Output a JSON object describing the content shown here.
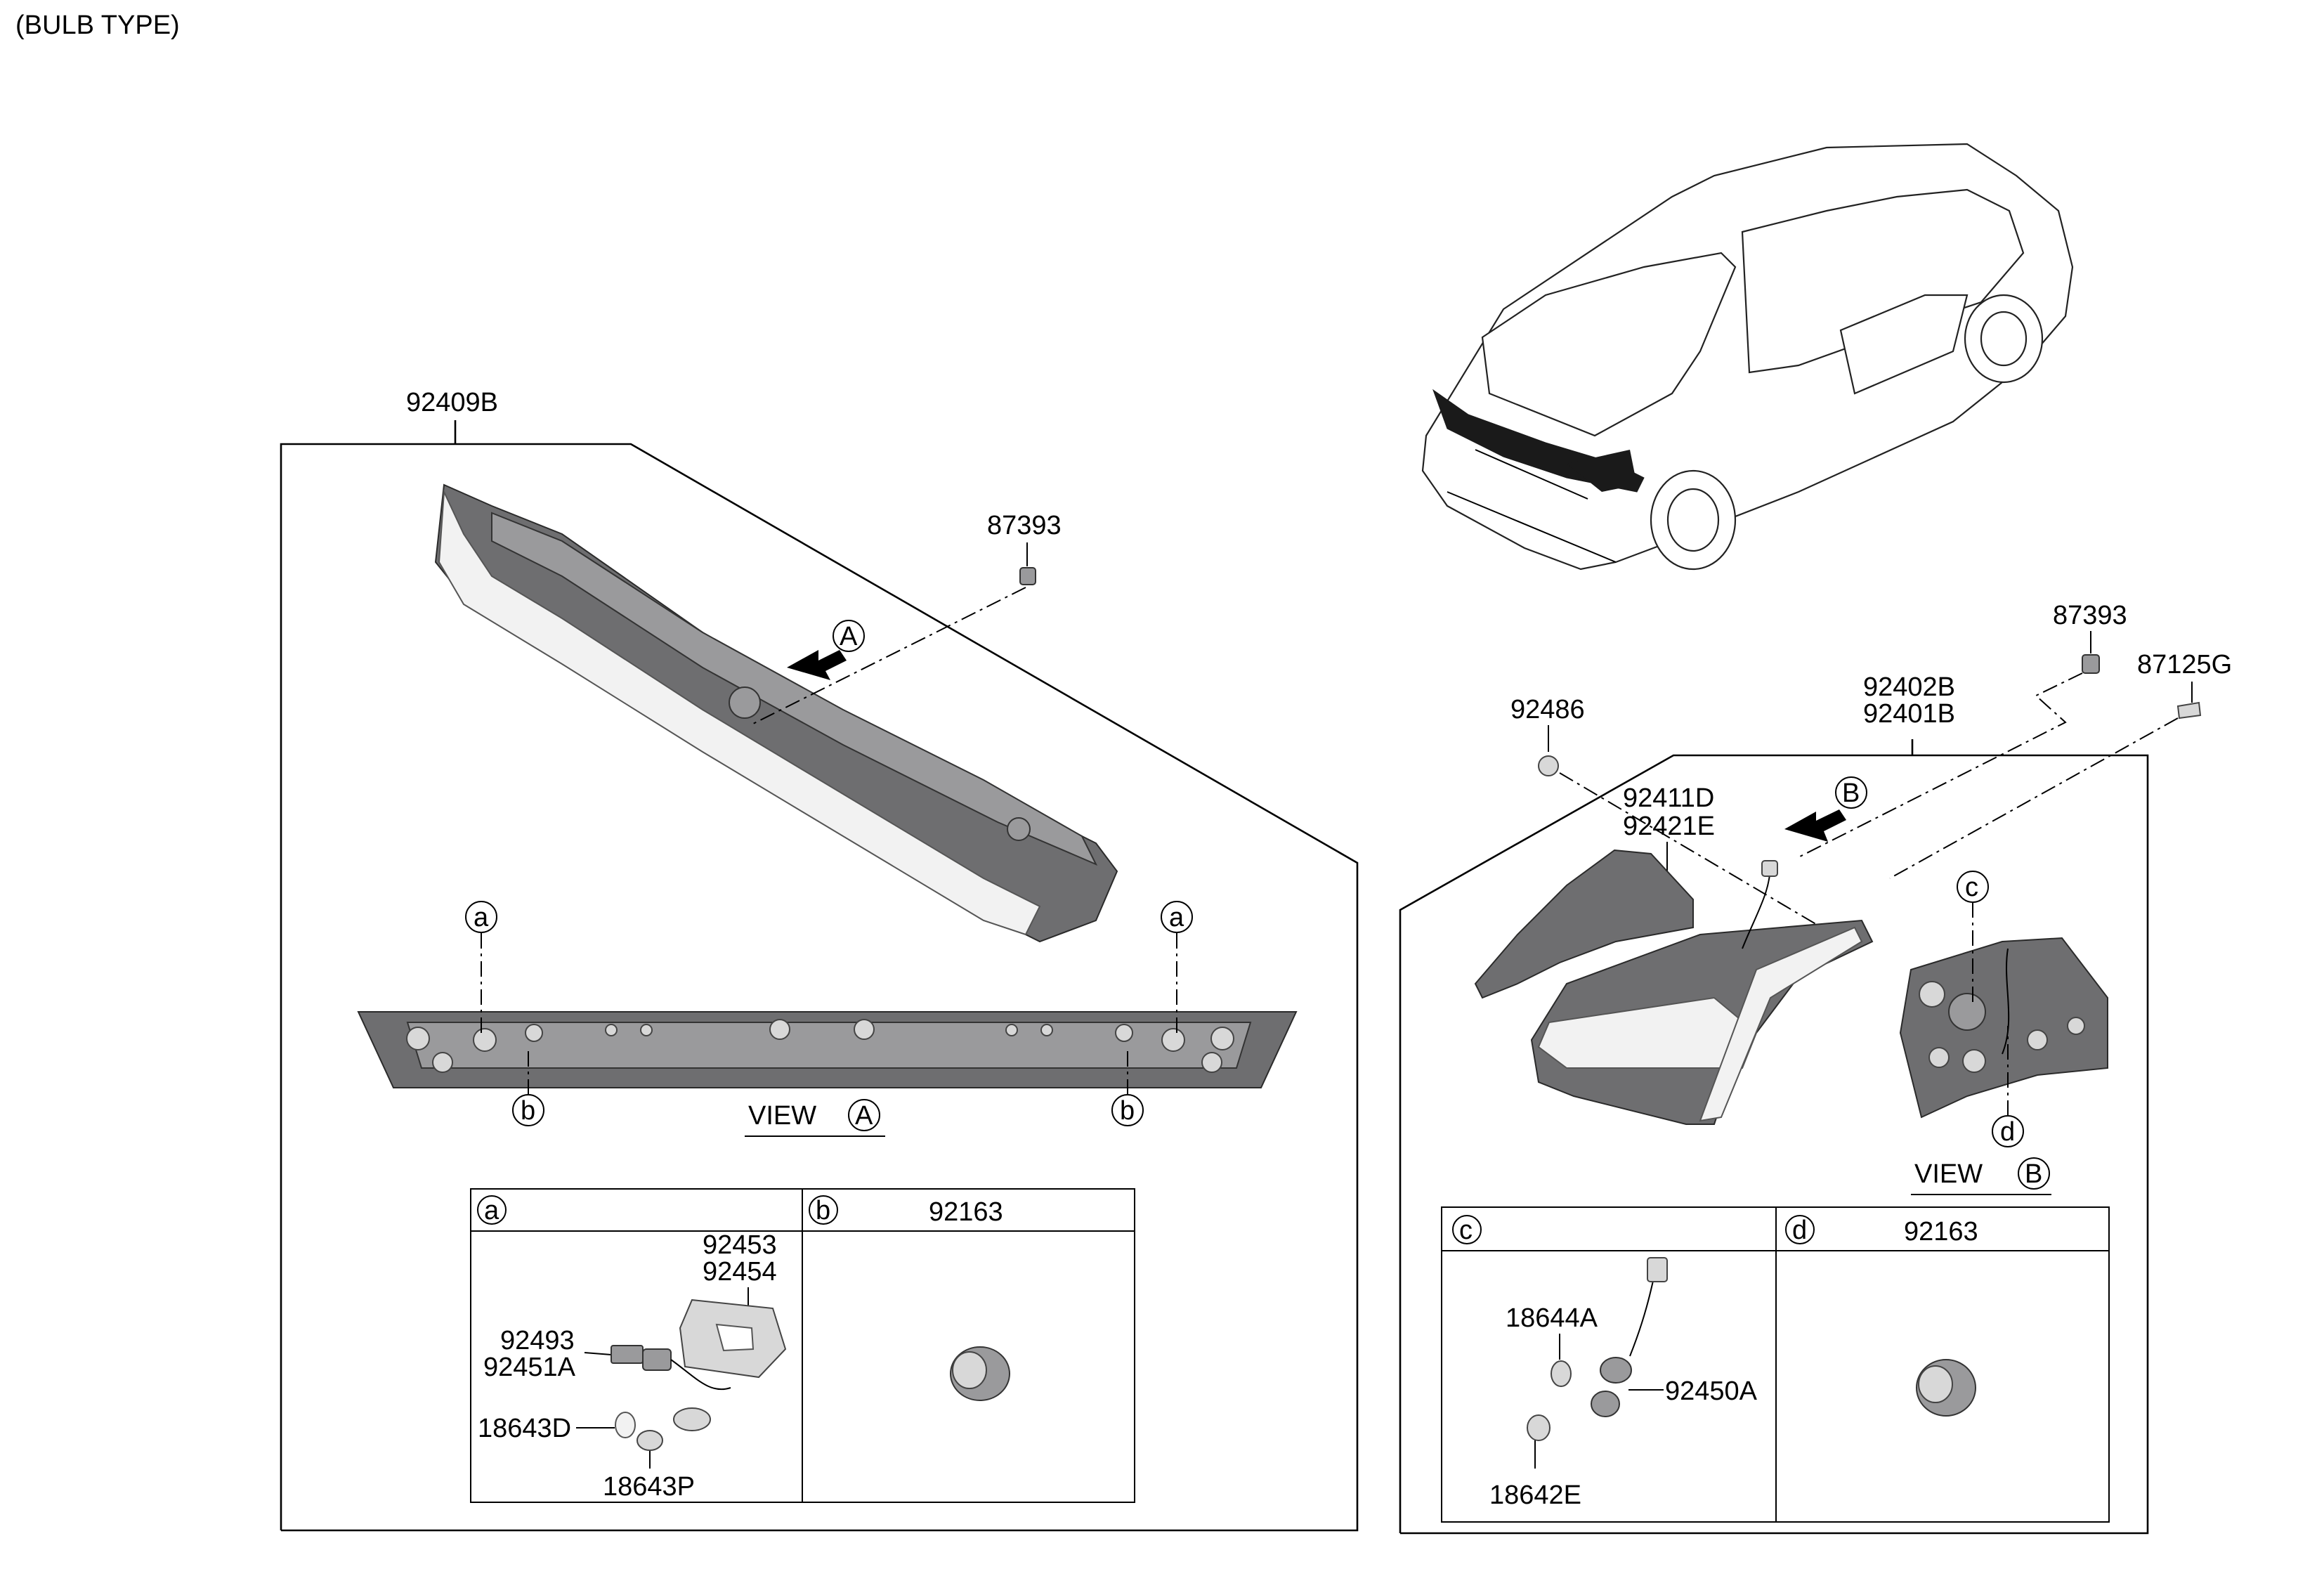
{
  "header": {
    "title": "(BULB TYPE)"
  },
  "left_assembly": {
    "part_label": "92409B",
    "nut_label": "87393",
    "view_marker": "A",
    "view_title": "VIEW",
    "callout_a": "a",
    "callout_b": "b"
  },
  "right_assembly": {
    "part_labels": [
      "92402B",
      "92401B"
    ],
    "nut_label": "87393",
    "screw_label": "87125G",
    "grommet_label": "92486",
    "cover_labels": [
      "92411D",
      "92421E"
    ],
    "view_marker": "B",
    "view_title": "VIEW",
    "callout_c": "c",
    "callout_d": "d"
  },
  "table_ab": {
    "header_a": "a",
    "header_b": "b",
    "header_b_part": "92163",
    "a_parts": {
      "gasket": [
        "92453",
        "92454"
      ],
      "socket": [
        "92493",
        "92451A"
      ],
      "bulb_d": "18643D",
      "bulb_p": "18643P"
    }
  },
  "table_cd": {
    "header_c": "c",
    "header_d": "d",
    "header_d_part": "92163",
    "c_parts": {
      "bulb_a": "18644A",
      "harness": "92450A",
      "bulb_e": "18642E"
    }
  }
}
